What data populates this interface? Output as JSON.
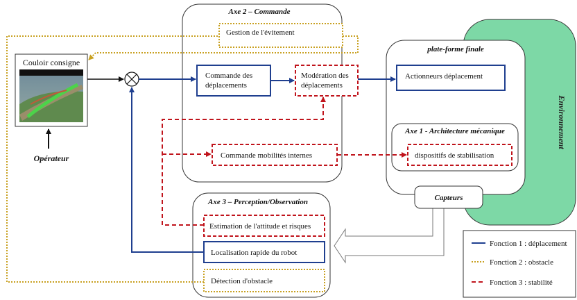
{
  "colors": {
    "blue": "#1f3f8f",
    "yellow": "#c8a020",
    "red": "#c0141c",
    "green": "#7dd8a6",
    "gray": "#777777"
  },
  "groups": {
    "axe2": "Axe 2 – Commande",
    "plateforme": "plate-forme finale",
    "axe1": "Axe 1 -  Architecture mécanique",
    "axe3": "Axe 3 – Perception/Observation",
    "environnement": "Environnement"
  },
  "boxes": {
    "couloir": "Couloir consigne",
    "operateur": "Opérateur",
    "gestion": "Gestion de l'évitement",
    "commande_l1": "Commande des",
    "commande_l2": "déplacements",
    "moderation_l1": "Modération des",
    "moderation_l2": "déplacements",
    "actionneurs": "Actionneurs déplacement",
    "mobilites": "Commande mobilités internes",
    "dispositifs": "dispositifs de stabilisation",
    "capteurs": "Capteurs",
    "estimation": "Estimation de l'attitude et risques",
    "localisation": "Localisation rapide du robot",
    "detection": "Détection d'obstacle"
  },
  "legend": [
    {
      "label": "Fonction 1 : déplacement",
      "style": "solid",
      "color": "#1f3f8f"
    },
    {
      "label": "Fonction 2 : obstacle",
      "style": "dotted",
      "color": "#c8a020"
    },
    {
      "label": "Fonction 3 : stabilité",
      "style": "dashed",
      "color": "#c0141c"
    }
  ]
}
